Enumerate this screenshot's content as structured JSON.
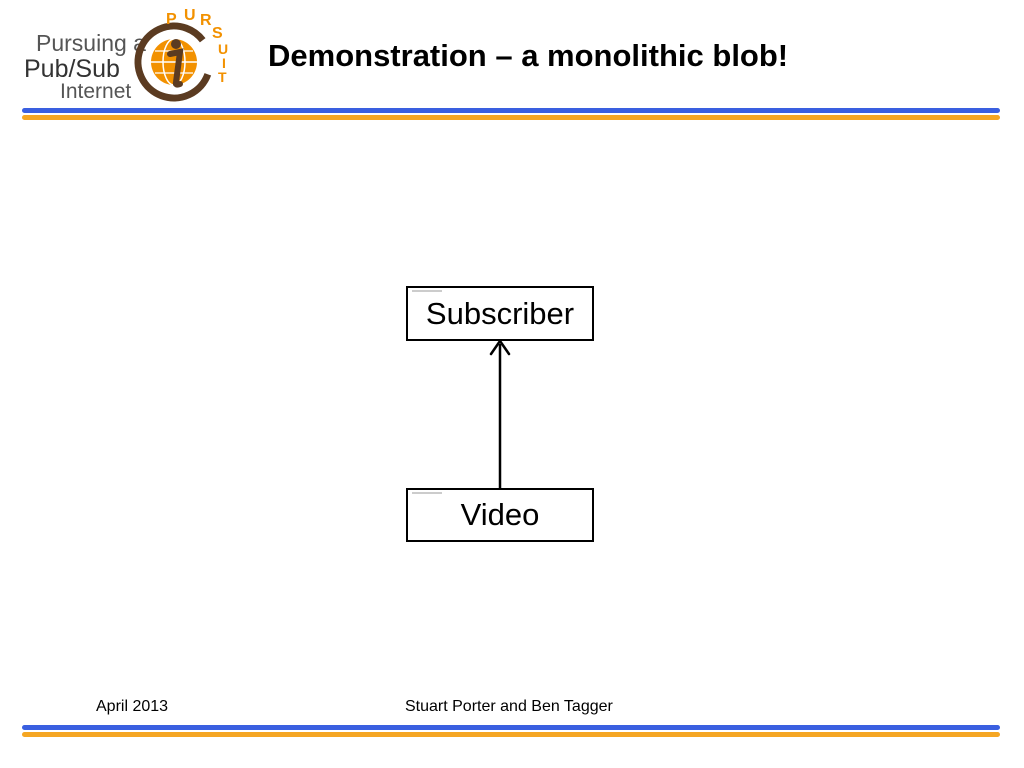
{
  "logo": {
    "line1": "Pursuing a",
    "line2": "Pub/Sub",
    "line3": "Internet",
    "ring_letters": [
      "P",
      "U",
      "R",
      "S",
      "U",
      "I",
      "T"
    ],
    "colors": {
      "orange": "#f29100",
      "brown": "#5b3b21"
    }
  },
  "title": "Demonstration – a monolithic blob!",
  "diagram": {
    "nodes": [
      {
        "id": "subscriber",
        "label": "Subscriber"
      },
      {
        "id": "video",
        "label": "Video"
      }
    ],
    "edges": [
      {
        "from": "video",
        "to": "subscriber"
      }
    ]
  },
  "footer": {
    "date": "April 2013",
    "authors": "Stuart Porter and Ben Tagger"
  },
  "colors": {
    "bar_blue": "#3a5fe0",
    "bar_gold": "#f5a623"
  }
}
